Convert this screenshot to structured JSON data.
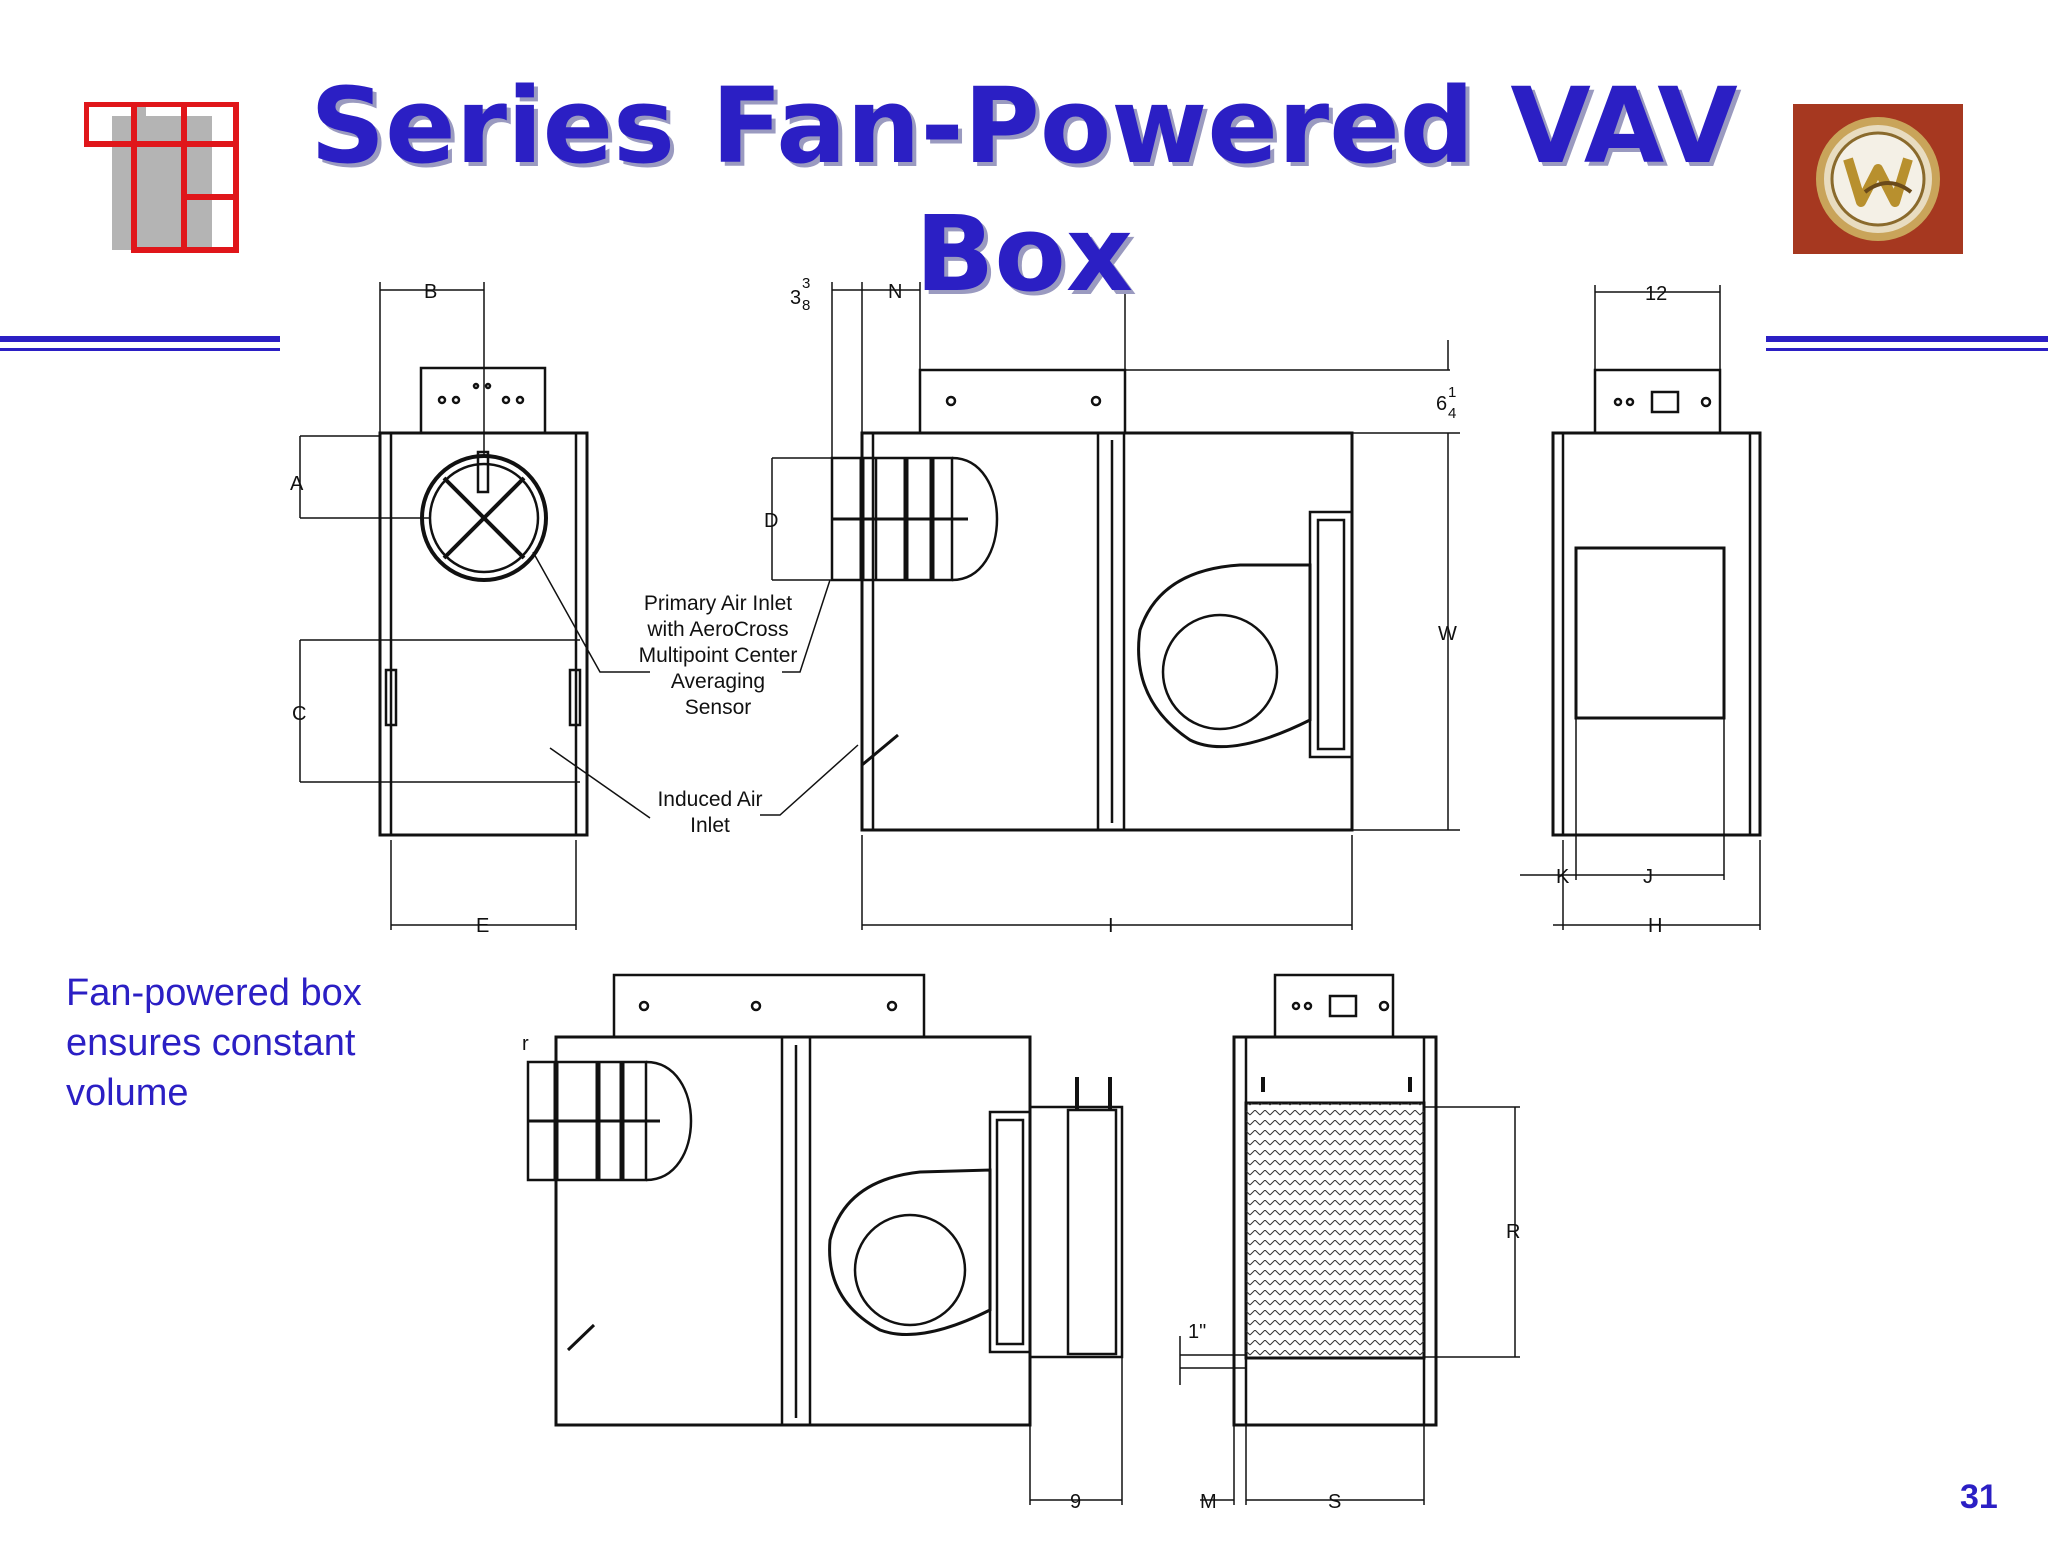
{
  "slide": {
    "title_line1": "Series Fan-Powered VAV",
    "title_line2": "Box",
    "caption_lines": [
      "Fan-powered box",
      "ensures constant",
      "volume"
    ],
    "page_number": "31"
  },
  "drawing": {
    "callouts": {
      "primary_inlet": [
        "Primary Air Inlet",
        "with AeroCross",
        "Multipoint Center",
        "Averaging",
        "Sensor"
      ],
      "induced_inlet": [
        "Induced Air",
        "Inlet"
      ]
    },
    "dimensions": {
      "B": "B",
      "A": "A",
      "C": "C",
      "E": "E",
      "N": "N",
      "D": "D",
      "three": "3",
      "three_eighths_num": "3",
      "three_eighths_den": "8",
      "six": "6",
      "one_quarter_num": "1",
      "one_quarter_den": "4",
      "W": "W",
      "I": "I",
      "twelve": "12",
      "K": "K",
      "J": "J",
      "H": "H",
      "R": "R",
      "one_inch": "1\"",
      "nine": "9",
      "M": "M",
      "S": "S",
      "r": "r"
    }
  },
  "colors": {
    "accent": "#2b1fc4",
    "logo_red": "#e0161a",
    "logo_gray": "#b4b4b4",
    "badge_bg": "#a63820",
    "badge_gold": "#c9a45a"
  }
}
